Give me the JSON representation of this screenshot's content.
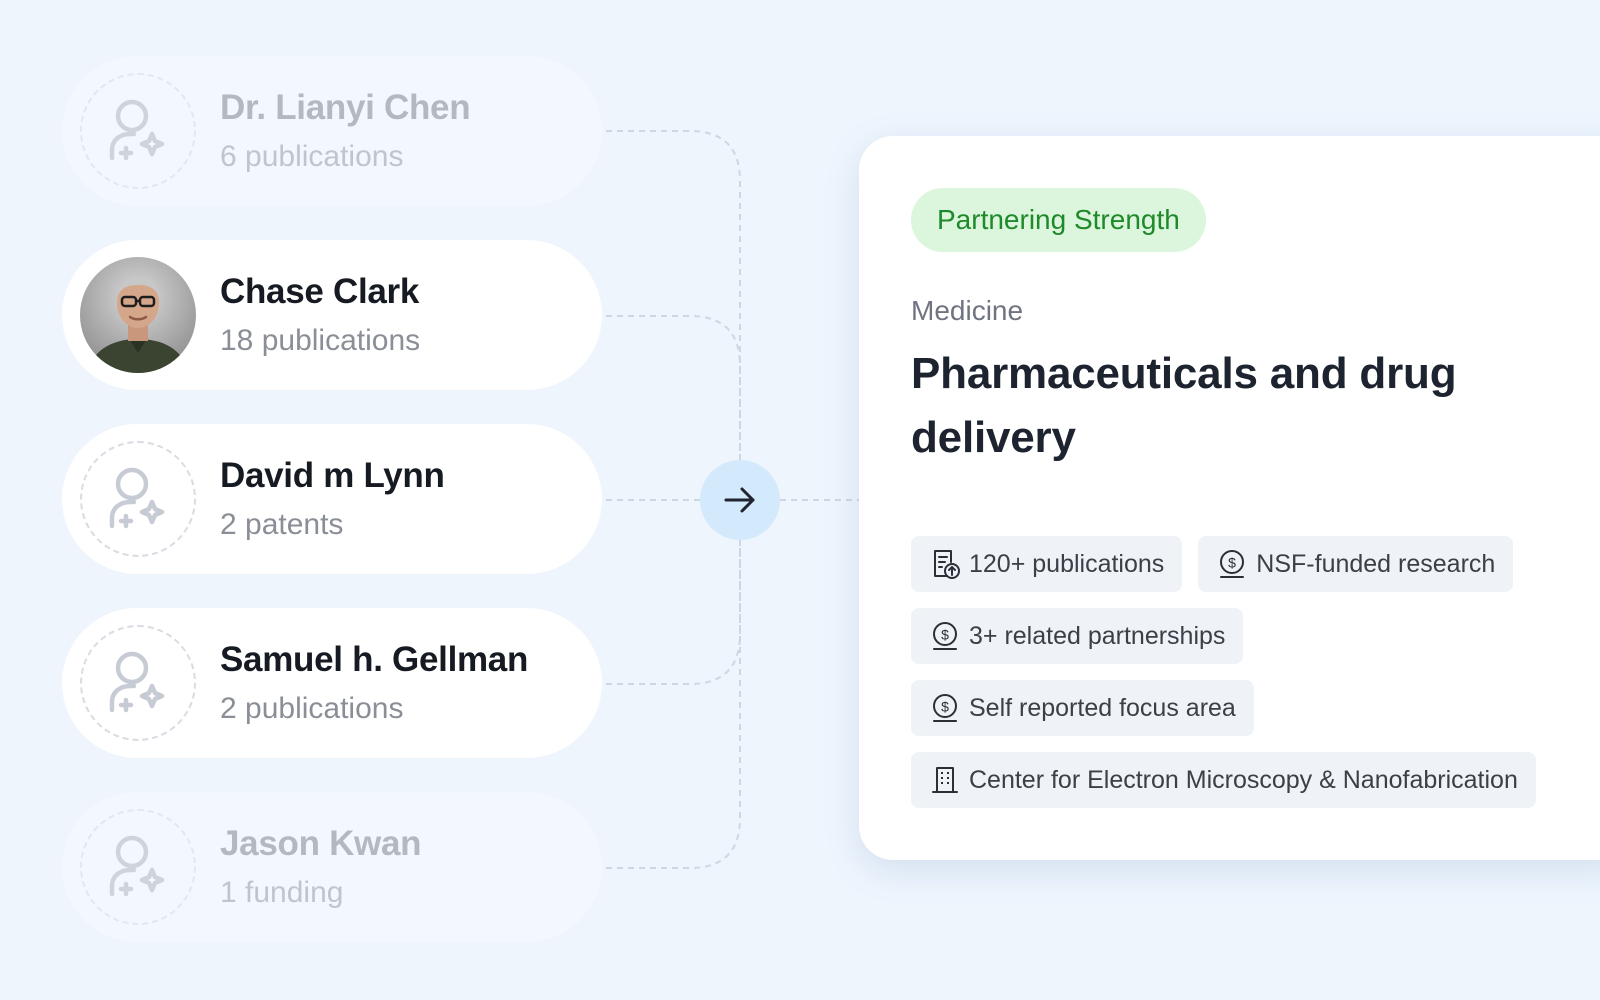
{
  "people": [
    {
      "name": "Dr. Lianyi Chen",
      "meta": "6 publications",
      "faded": true,
      "avatar": "placeholder"
    },
    {
      "name": "Chase Clark",
      "meta": "18 publications",
      "faded": false,
      "avatar": "photo"
    },
    {
      "name": "David m Lynn",
      "meta": "2 patents",
      "faded": false,
      "avatar": "placeholder"
    },
    {
      "name": "Samuel h. Gellman",
      "meta": "2 publications",
      "faded": false,
      "avatar": "placeholder"
    },
    {
      "name": "Jason Kwan",
      "meta": "1 funding",
      "faded": true,
      "avatar": "placeholder"
    }
  ],
  "card": {
    "badge": "Partnering Strength",
    "category": "Medicine",
    "title": "Pharmaceuticals and drug delivery",
    "tags": [
      {
        "label": "120+ publications",
        "icon": "document-upload-icon"
      },
      {
        "label": "NSF-funded research",
        "icon": "dollar-coin-icon"
      },
      {
        "label": "3+ related partnerships",
        "icon": "dollar-coin-icon"
      },
      {
        "label": "Self reported focus area",
        "icon": "dollar-coin-icon"
      },
      {
        "label": "Center for Electron Microscopy & Nanofabrication",
        "icon": "building-icon"
      }
    ]
  },
  "colors": {
    "background": "#eef5fd",
    "badge_bg": "#dcf5dd",
    "badge_text": "#1e8a2a",
    "arrow_bg": "#d3e9fc"
  }
}
